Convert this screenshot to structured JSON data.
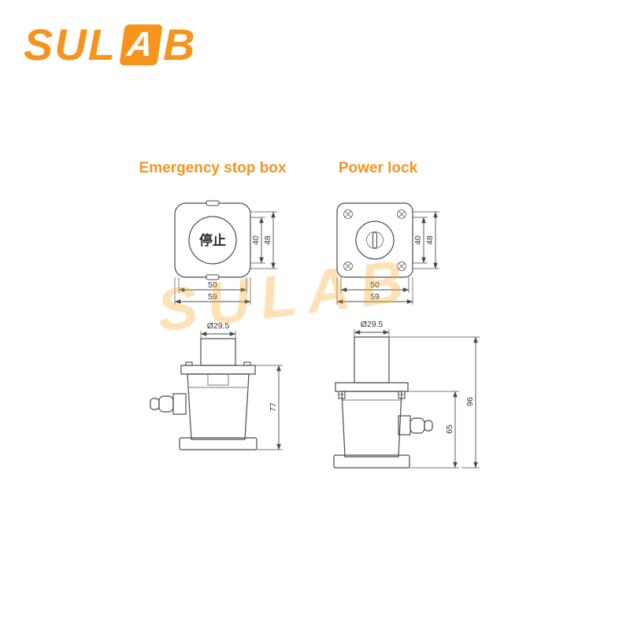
{
  "colors": {
    "brand_orange": "#F7941D",
    "line_gray": "#4b4b4b",
    "watermark_orange": "#F9A825"
  },
  "logo": {
    "prefix": "SUL",
    "boxed_letter": "A",
    "suffix": "B"
  },
  "watermark": {
    "text": "SULAB"
  },
  "sections": {
    "left_title": "Emergency stop box",
    "right_title": "Power lock"
  },
  "drawings": {
    "stop_top": {
      "button_label": "停止",
      "dim_vertical_inner": "40",
      "dim_vertical_outer": "48",
      "dim_horizontal_inner": "50",
      "dim_horizontal_outer": "59"
    },
    "lock_top": {
      "dim_vertical_inner": "40",
      "dim_vertical_outer": "48",
      "dim_horizontal_inner": "50",
      "dim_horizontal_outer": "59"
    },
    "stop_side": {
      "diameter_label": "Ø29.5",
      "height_label": "77"
    },
    "lock_side": {
      "diameter_label": "Ø29.5",
      "body_height_label": "65",
      "total_height_label": "96"
    }
  }
}
